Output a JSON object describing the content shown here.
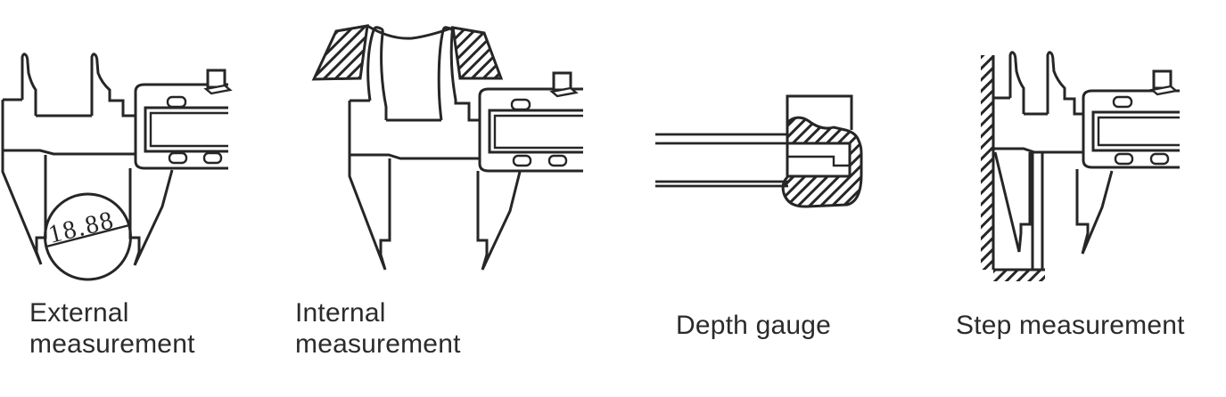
{
  "figure": {
    "background": "#ffffff",
    "line_color": "#262626",
    "caption_color": "#2b2b2b",
    "panels": {
      "external": {
        "label_line1": "External",
        "label_line2": "measurement",
        "reading": "18.88"
      },
      "internal": {
        "label_line1": "Internal",
        "label_line2": "measurement"
      },
      "depth": {
        "label": "Depth gauge"
      },
      "step": {
        "label": "Step measurement"
      }
    }
  }
}
